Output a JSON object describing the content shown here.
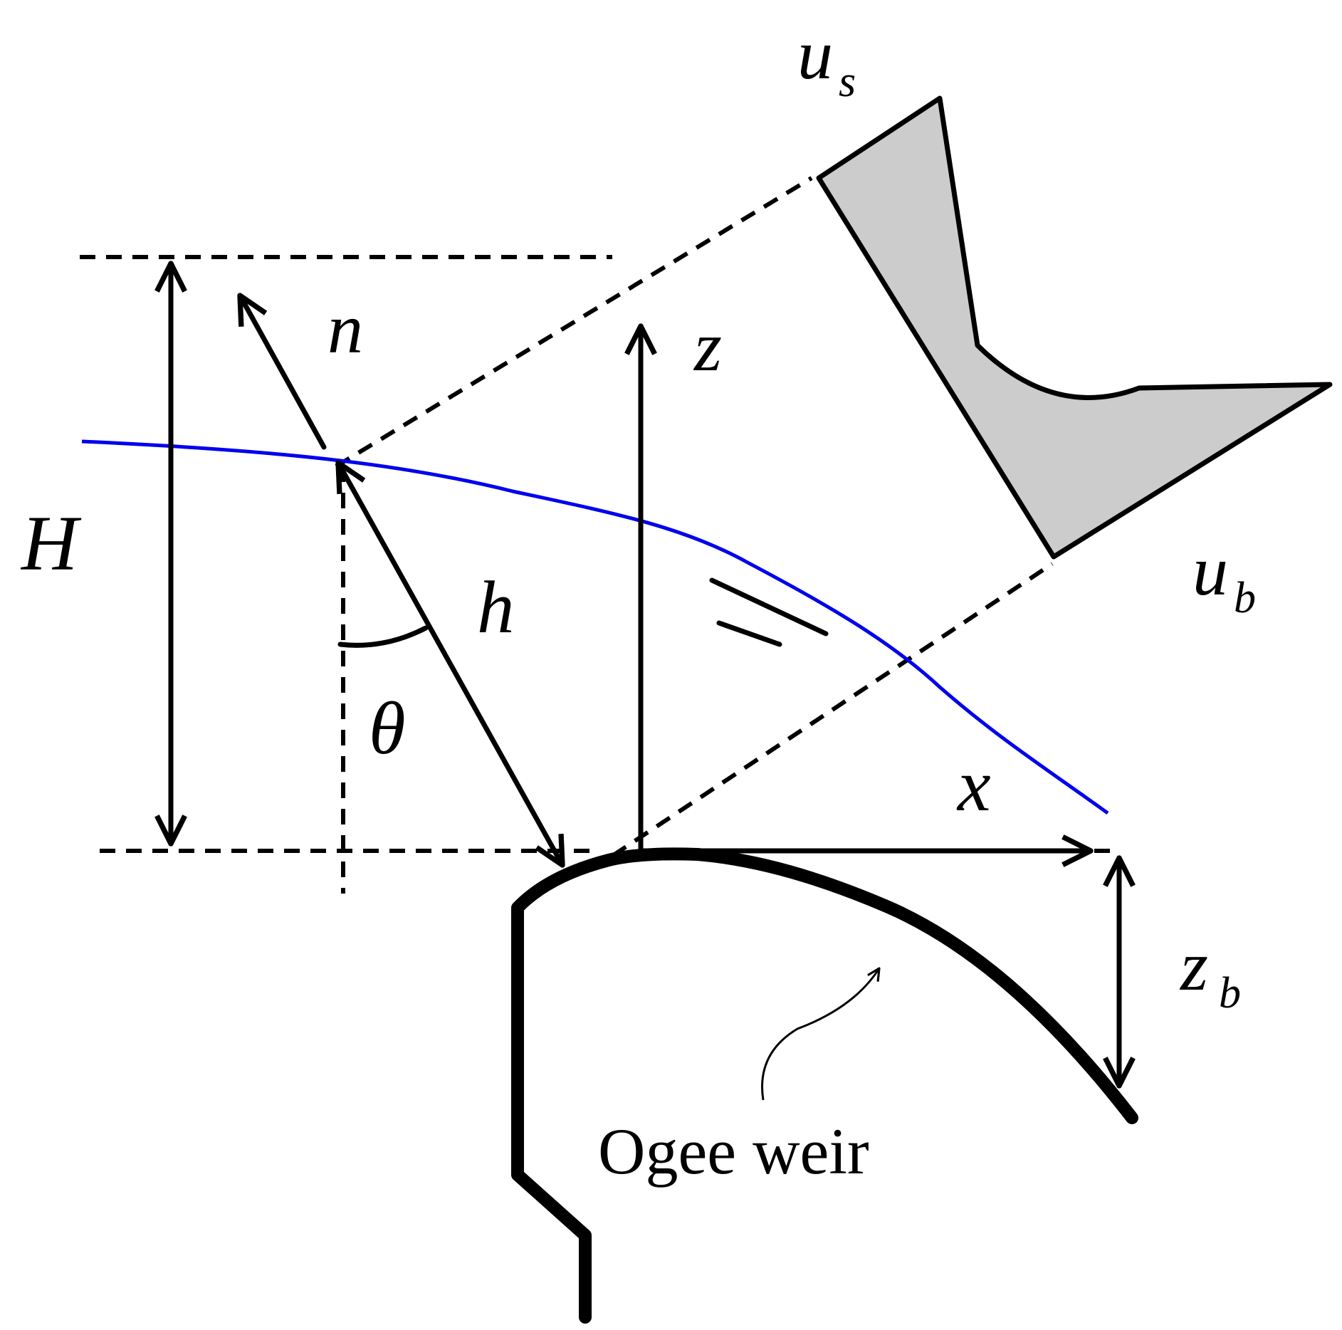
{
  "labels": {
    "u": "u",
    "s": "s",
    "b_ub": "b",
    "n": "n",
    "z": "z",
    "H": "H",
    "h": "h",
    "theta": "θ",
    "x": "x",
    "z_zb": "z",
    "b_zb": "b",
    "caption": "Ogee weir"
  },
  "colors": {
    "free_surface": "#0000ee",
    "velocity_profile_fill": "#cccccc",
    "ink": "#000000"
  }
}
